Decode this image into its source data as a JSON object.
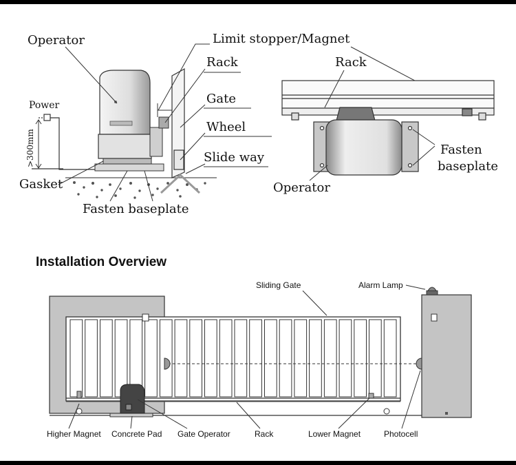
{
  "side_view": {
    "labels": {
      "operator": "Operator",
      "limit_stopper": "Limit stopper/Magnet",
      "rack": "Rack",
      "gate": "Gate",
      "wheel": "Wheel",
      "slide_way": "Slide way",
      "power": "Power",
      "height": ">300mm",
      "gasket": "Gasket",
      "fasten_baseplate": "Fasten baseplate"
    }
  },
  "top_view": {
    "labels": {
      "rack": "Rack",
      "fasten_baseplate_line1": "Fasten",
      "fasten_baseplate_line2": "baseplate",
      "operator": "Operator"
    }
  },
  "installation_overview": {
    "title": "Installation Overview",
    "labels": {
      "sliding_gate": "Sliding Gate",
      "alarm_lamp": "Alarm Lamp",
      "higher_magnet": "Higher Magnet",
      "concrete_pad": "Concrete Pad",
      "gate_operator": "Gate Operator",
      "rack": "Rack",
      "lower_magnet": "Lower Magnet",
      "photocell": "Photocell"
    }
  },
  "colors": {
    "frame": "#000000",
    "wall": "#c4c4c4",
    "operator_body": "#e6e6e6",
    "line": "#333333"
  }
}
